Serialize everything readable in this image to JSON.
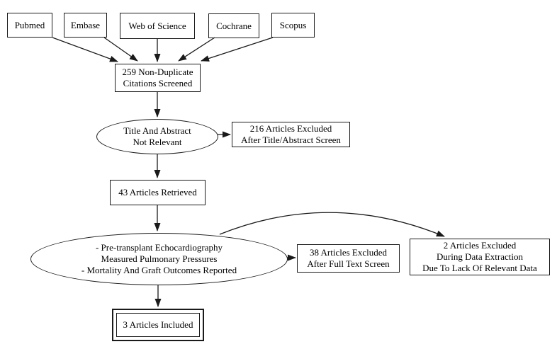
{
  "colors": {
    "line": "#1a1a1a",
    "background": "#ffffff",
    "text": "#000000"
  },
  "nodes": {
    "sources": [
      "Pubmed",
      "Embase",
      "Web of Science",
      "Cochrane",
      "Scopus"
    ],
    "screened": {
      "lines": [
        "259 Non-Duplicate",
        "Citations Screened"
      ]
    },
    "title_abstract_decision": {
      "lines": [
        "Title And Abstract",
        "Not Relevant"
      ]
    },
    "excluded_title_abstract": {
      "lines": [
        "216 Articles Excluded",
        "After Title/Abstract Screen"
      ]
    },
    "retrieved": {
      "lines": [
        "43 Articles Retrieved"
      ]
    },
    "full_text_decision": {
      "lines": [
        "- Pre-transplant Echocardiography",
        "Measured Pulmonary Pressures",
        "- Mortality And Graft Outcomes Reported"
      ]
    },
    "excluded_full_text": {
      "lines": [
        "38 Articles Excluded",
        "After Full Text Screen"
      ]
    },
    "excluded_data_extraction": {
      "lines": [
        "2 Articles Excluded",
        "During Data Extraction",
        "Due To Lack Of Relevant Data"
      ]
    },
    "included": {
      "lines": [
        "3 Articles Included"
      ]
    }
  },
  "edges": [
    {
      "from": "source-box-pubmed",
      "to": "screened-box"
    },
    {
      "from": "source-box-embase",
      "to": "screened-box"
    },
    {
      "from": "source-box-web-of-science",
      "to": "screened-box"
    },
    {
      "from": "source-box-cochrane",
      "to": "screened-box"
    },
    {
      "from": "source-box-scopus",
      "to": "screened-box"
    },
    {
      "from": "screened-box",
      "to": "title-abstract-decision-ellipse"
    },
    {
      "from": "title-abstract-decision-ellipse",
      "to": "excluded-title-abstract-box"
    },
    {
      "from": "title-abstract-decision-ellipse",
      "to": "retrieved-box"
    },
    {
      "from": "retrieved-box",
      "to": "full-text-decision-ellipse"
    },
    {
      "from": "full-text-decision-ellipse",
      "to": "excluded-full-text-box"
    },
    {
      "from": "full-text-decision-ellipse",
      "to": "excluded-data-extraction-box"
    },
    {
      "from": "full-text-decision-ellipse",
      "to": "included-box"
    }
  ]
}
